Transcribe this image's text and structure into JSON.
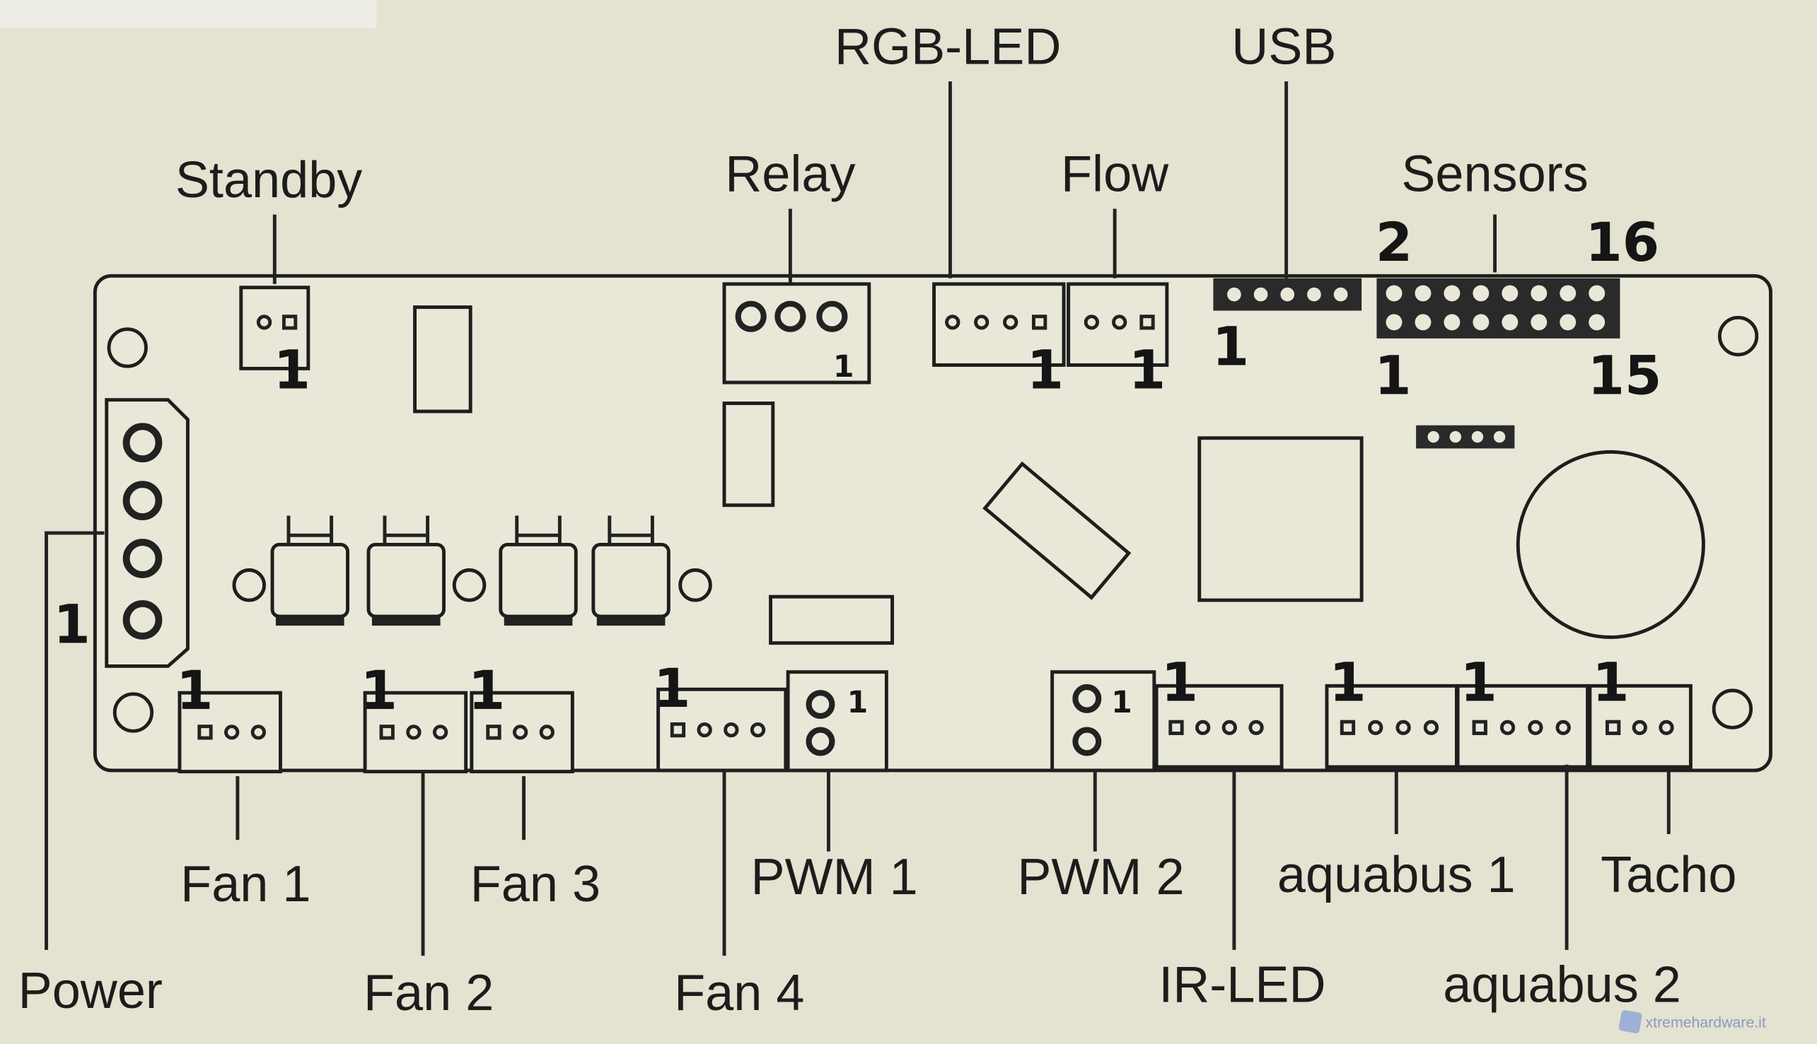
{
  "labels": {
    "standby": "Standby",
    "relay": "Relay",
    "rgb_led": "RGB-LED",
    "flow": "Flow",
    "usb": "USB",
    "sensors": "Sensors",
    "power": "Power",
    "fan1": "Fan 1",
    "fan2": "Fan 2",
    "fan3": "Fan 3",
    "fan4": "Fan 4",
    "pwm1": "PWM 1",
    "pwm2": "PWM 2",
    "ir_led": "IR-LED",
    "aquabus1": "aquabus 1",
    "aquabus2": "aquabus 2",
    "tacho": "Tacho"
  },
  "pins": {
    "one": "1",
    "sensors_top_left": "2",
    "sensors_top_right": "16",
    "sensors_bottom_left": "1",
    "sensors_bottom_right": "15"
  },
  "watermark": "xtremehardware.it",
  "colors": {
    "background": "#e4e2d0",
    "ink": "#1c1c1c"
  }
}
